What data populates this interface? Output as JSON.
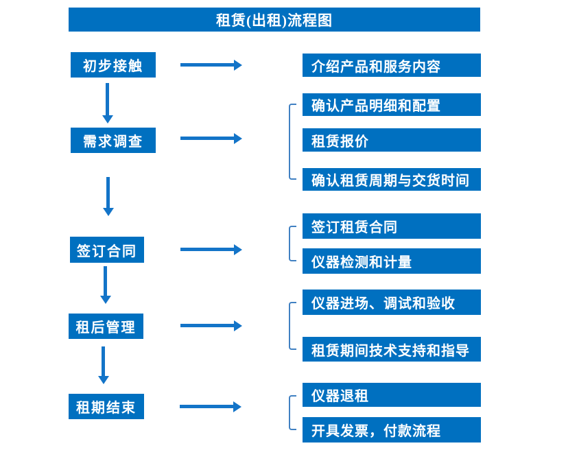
{
  "title": "租赁(出租)流程图",
  "colors": {
    "box_fill": "#0070C0",
    "arrow": "#1374C8",
    "bracket": "#4080C2",
    "text": "#FFFFFF",
    "background": "#FFFFFF"
  },
  "steps": [
    {
      "label": "初步接触",
      "details": [
        "介绍产品和服务内容"
      ]
    },
    {
      "label": "需求调查",
      "details": [
        "确认产品明细和配置",
        "租赁报价",
        "确认租赁周期与交货时间"
      ]
    },
    {
      "label": "签订合同",
      "details": [
        "签订租赁合同",
        "仪器检测和计量"
      ]
    },
    {
      "label": "租后管理",
      "details": [
        "仪器进场、调试和验收",
        "租赁期间技术支持和指导"
      ]
    },
    {
      "label": "租期结束",
      "details": [
        "仪器退租",
        "开具发票，付款流程"
      ]
    }
  ]
}
